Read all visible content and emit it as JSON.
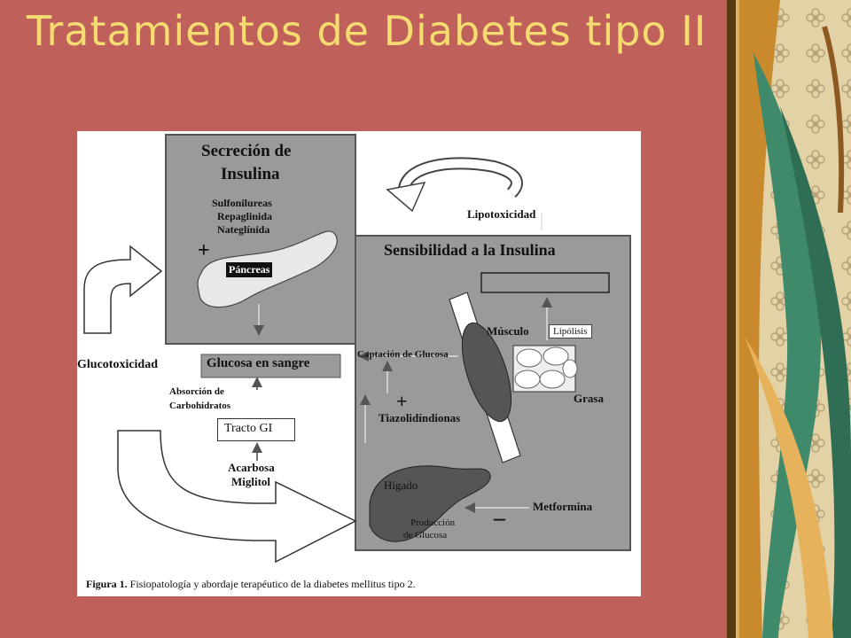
{
  "slide": {
    "title": "Tratamientos de Diabetes tipo II",
    "background_color": "#c0605a",
    "title_color": "#f4dc70"
  },
  "figure": {
    "secretion_box": {
      "title_line1": "Secreción de",
      "title_line2": "Insulina",
      "drugs": [
        "Sulfonilureas",
        "Repaglinida",
        "Nateglínida"
      ],
      "plus": "+",
      "organ": "Páncreas"
    },
    "lipotoxicity": "Lipotoxicidad",
    "sensitivity_box": {
      "title": "Sensibilidad a la Insulina",
      "muscle": "Músculo",
      "lipolysis": "Lipólisis",
      "glucose_uptake": "Captación de Glucosa",
      "fat": "Grasa",
      "plus": "+",
      "tzd": "Tiazolidíndionas",
      "liver": "Hígado",
      "minus": "–",
      "metformin": "Metformina",
      "production_line1": "Producción",
      "production_line2": "de Glucosa"
    },
    "glucotoxicity": "Glucotoxicidad",
    "blood_glucose": "Glucosa en sangre",
    "absorption_line1": "Absorción de",
    "absorption_line2": "Carbohidratos",
    "gi_tract": "Tracto GI",
    "inhibitors": [
      "Acarbosa",
      "Miglitol"
    ],
    "caption_bold": "Figura 1.",
    "caption_text": "Fisiopatología y abordaje terapéutico de la diabetes mellitus tipo 2."
  }
}
